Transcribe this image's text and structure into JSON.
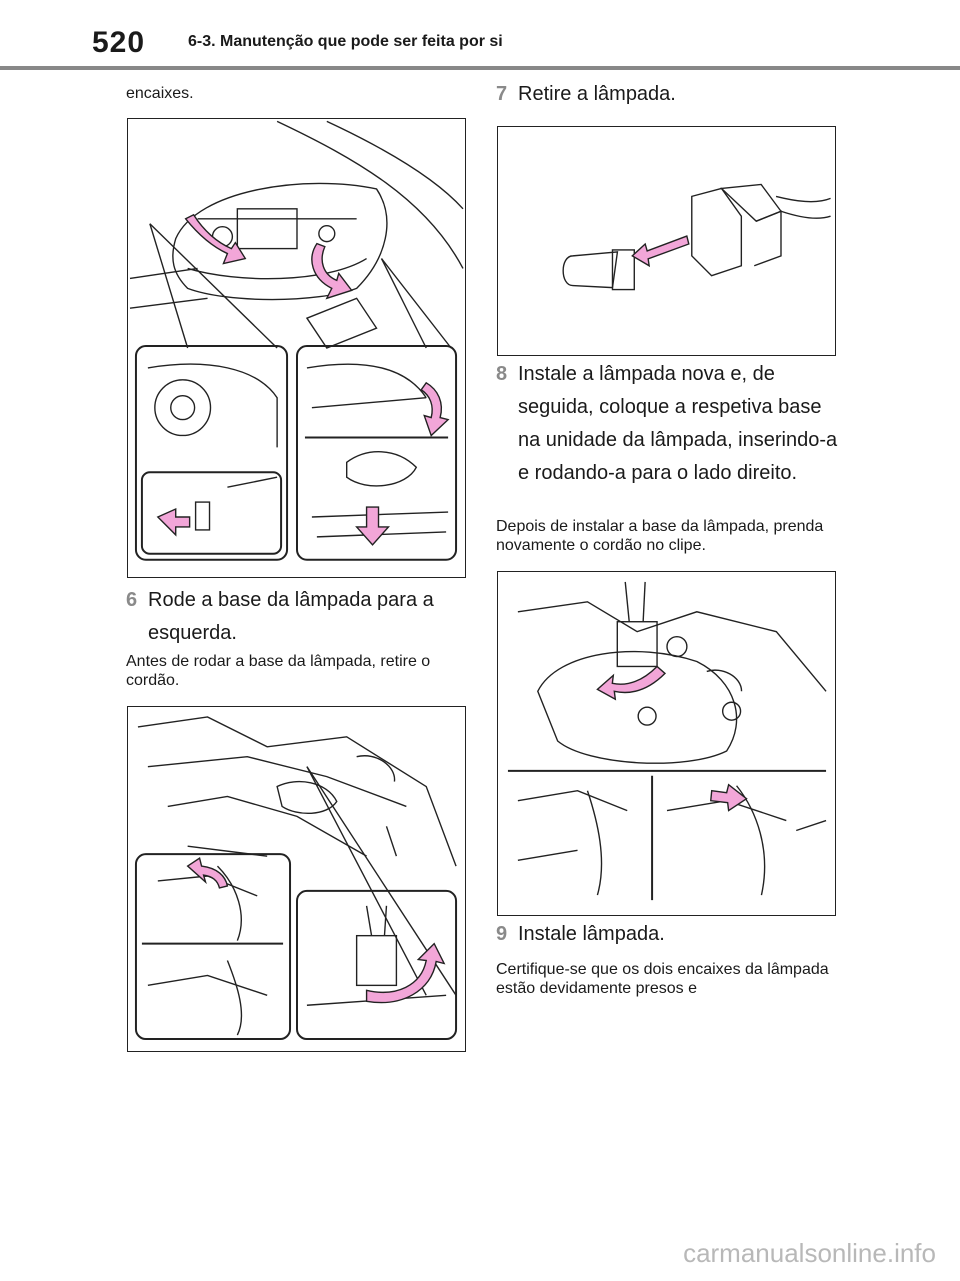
{
  "header": {
    "page_number": "520",
    "section_title": "6-3. Manutenção que pode ser feita por si"
  },
  "left_column": {
    "intro_text": "encaixes.",
    "step6": {
      "number": "6",
      "title": "Rode a base da lâmpada para a esquerda.",
      "note": "Antes de rodar a base da lâmpada, retire o cordão."
    }
  },
  "right_column": {
    "step7": {
      "number": "7",
      "title": "Retire a lâmpada."
    },
    "step8": {
      "number": "8",
      "title": "Instale a lâmpada nova e, de seguida, coloque a respetiva base na unidade da lâmpada, inserindo-a e rodando-a para o lado direito.",
      "note": "Depois de instalar a base da lâmpada, prenda novamente o cordão no clipe."
    },
    "step9": {
      "number": "9",
      "title": "Instale lâmpada.",
      "note": "Certifique-se que os dois encaixes da lâmpada estão devidamente presos e"
    }
  },
  "footer": {
    "watermark": "carmanualsonline.info"
  },
  "colors": {
    "arrow_pink": "#f2a6d8",
    "line": "#222222",
    "rule": "#888888"
  }
}
